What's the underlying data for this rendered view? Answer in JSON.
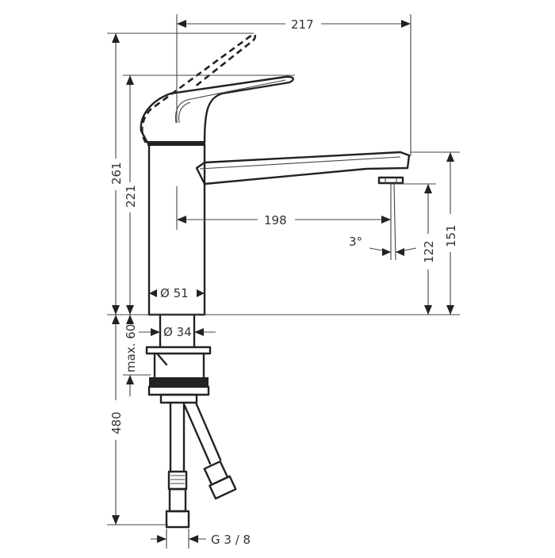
{
  "diagram": {
    "subject": "single-lever kitchen faucet dimensional drawing",
    "dimensions": {
      "total_reach": "217",
      "spout_reach": "198",
      "height_lever_raised": "261",
      "height_lever_closed": "221",
      "spout_height_top": "151",
      "outlet_height": "122",
      "spout_angle": "3°",
      "body_diameter": "Ø 51",
      "shank_diameter": "Ø 34",
      "max_deck_thickness": "max. 60",
      "hose_length": "480",
      "connection_thread": "G 3 / 8"
    }
  }
}
